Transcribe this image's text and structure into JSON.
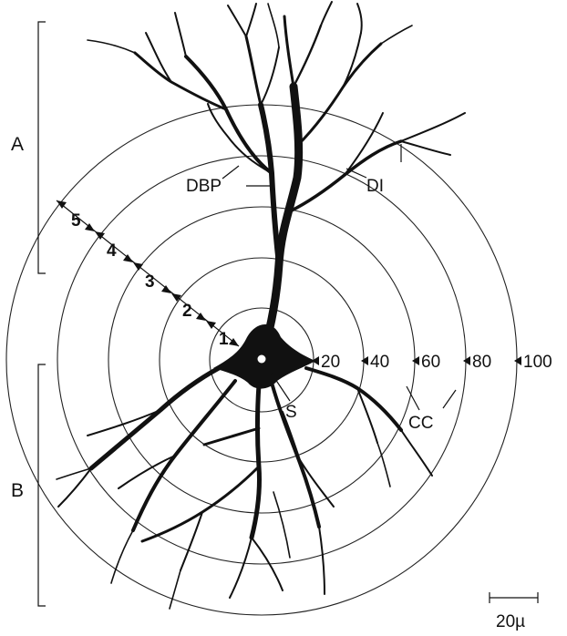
{
  "labels": {
    "region_a": "A",
    "region_b": "B",
    "dbp": "DBP",
    "di": "DI",
    "soma": "S",
    "cc": "CC",
    "scale": "20µ"
  },
  "ring_numbers": [
    "1",
    "2",
    "3",
    "4",
    "5"
  ],
  "distances": [
    "20",
    "40",
    "60",
    "80",
    "100"
  ],
  "colors": {
    "ink": "#111111",
    "background": "#ffffff"
  }
}
